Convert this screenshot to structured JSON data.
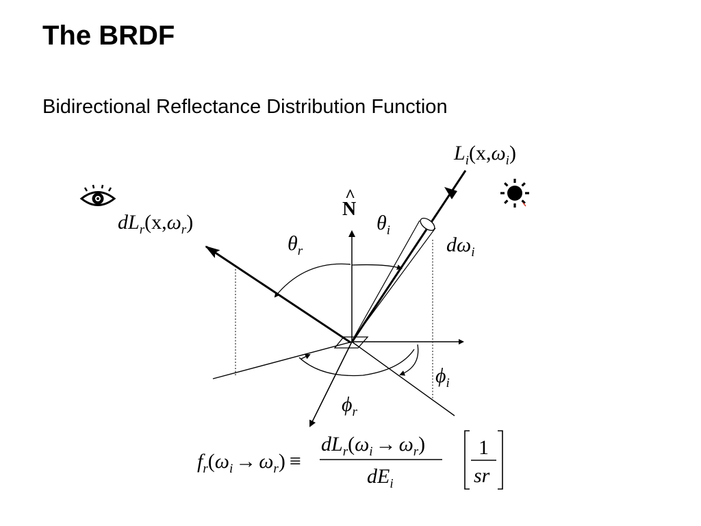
{
  "slide": {
    "title": "The BRDF",
    "subtitle": "Bidirectional Reflectance Distribution Function"
  },
  "diagram": {
    "incident_radiance": {
      "symbol": "L",
      "sub": "i",
      "args_open": "(x,",
      "omega": "ω",
      "omega_sub": "i",
      "close": ")"
    },
    "reflected_radiance": {
      "symbol": "dL",
      "sub": "r",
      "args_open": "(x,",
      "omega": "ω",
      "omega_sub": "r",
      "close": ")"
    },
    "normal": {
      "symbol": "N",
      "hat": "^"
    },
    "theta_i": {
      "symbol": "θ",
      "sub": "i"
    },
    "theta_r": {
      "symbol": "θ",
      "sub": "r"
    },
    "d_omega_i": {
      "symbol": "dω",
      "sub": "i"
    },
    "phi_i": {
      "symbol": "ϕ",
      "sub": "i"
    },
    "phi_r": {
      "symbol": "ϕ",
      "sub": "r"
    },
    "icons": {
      "viewer": "eye-icon",
      "light": "sun-icon"
    }
  },
  "equation": {
    "lhs_f": "f",
    "lhs_f_sub": "r",
    "lhs_paren_open": "(",
    "lhs_omega1": "ω",
    "lhs_omega1_sub": "i",
    "arrow": "→",
    "lhs_omega2": "ω",
    "lhs_omega2_sub": "r",
    "lhs_paren_close": ")",
    "equiv": "≡",
    "num_dL": "dL",
    "num_dL_sub": "r",
    "num_open": "(",
    "num_omega1": "ω",
    "num_omega1_sub": "i",
    "num_arrow": "→",
    "num_omega2": "ω",
    "num_omega2_sub": "r",
    "num_close": ")",
    "den_dE": "dE",
    "den_dE_sub": "i",
    "unit_num": "1",
    "unit_den": "sr"
  }
}
